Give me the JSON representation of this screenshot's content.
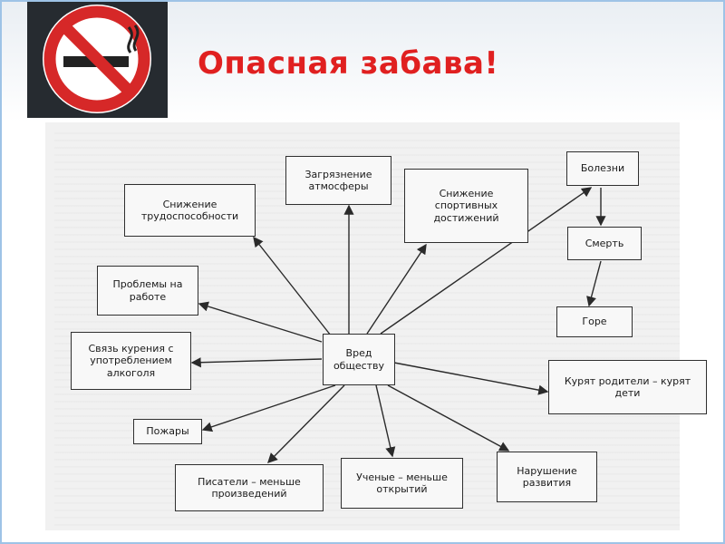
{
  "slide": {
    "title": "Опасная забава!",
    "accent_color": "#e02020",
    "icon": "no-smoking-icon"
  },
  "diagram": {
    "center": "Вред обществу",
    "nodes": {
      "trudosposobnost": "Снижение трудоспособности",
      "zagryaznenie": "Загрязнение атмосферы",
      "sport": "Снижение спортивных достижений",
      "bolezni": "Болезни",
      "smert": "Смерть",
      "gore": "Горе",
      "roditeli": "Курят родители – курят дети",
      "rabota": "Проблемы на работе",
      "alkogol": "Связь курения с употреблением алкоголя",
      "pozhary": "Пожары",
      "pisateli": "Писатели – меньше произведений",
      "uchenye": "Ученые – меньше открытий",
      "razvitie": "Нарушение развития"
    }
  }
}
